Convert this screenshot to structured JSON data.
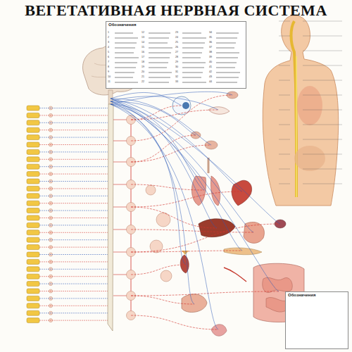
{
  "diagram": {
    "title": "ВЕГЕТАТИВНАЯ НЕРВНАЯ СИСТЕМА",
    "nodes": [
      {
        "text": [
          "Обозначения"
        ]
      },
      {
        "text": [
          "Обозначения"
        ]
      }
    ],
    "labels": [
      "1",
      "2",
      "3",
      "4",
      "5",
      "6",
      "7",
      "8",
      "9",
      "10",
      "11",
      "12",
      "13",
      "14",
      "15",
      "16",
      "17",
      "18",
      "19",
      "20",
      "21",
      "22",
      "23",
      "24",
      "25",
      "26",
      "27",
      "28",
      "29",
      "30",
      "31",
      "32",
      "33",
      "34",
      "35",
      "36",
      "37",
      "38",
      "39",
      "40",
      "41",
      "42",
      "43",
      "44"
    ]
  }
}
